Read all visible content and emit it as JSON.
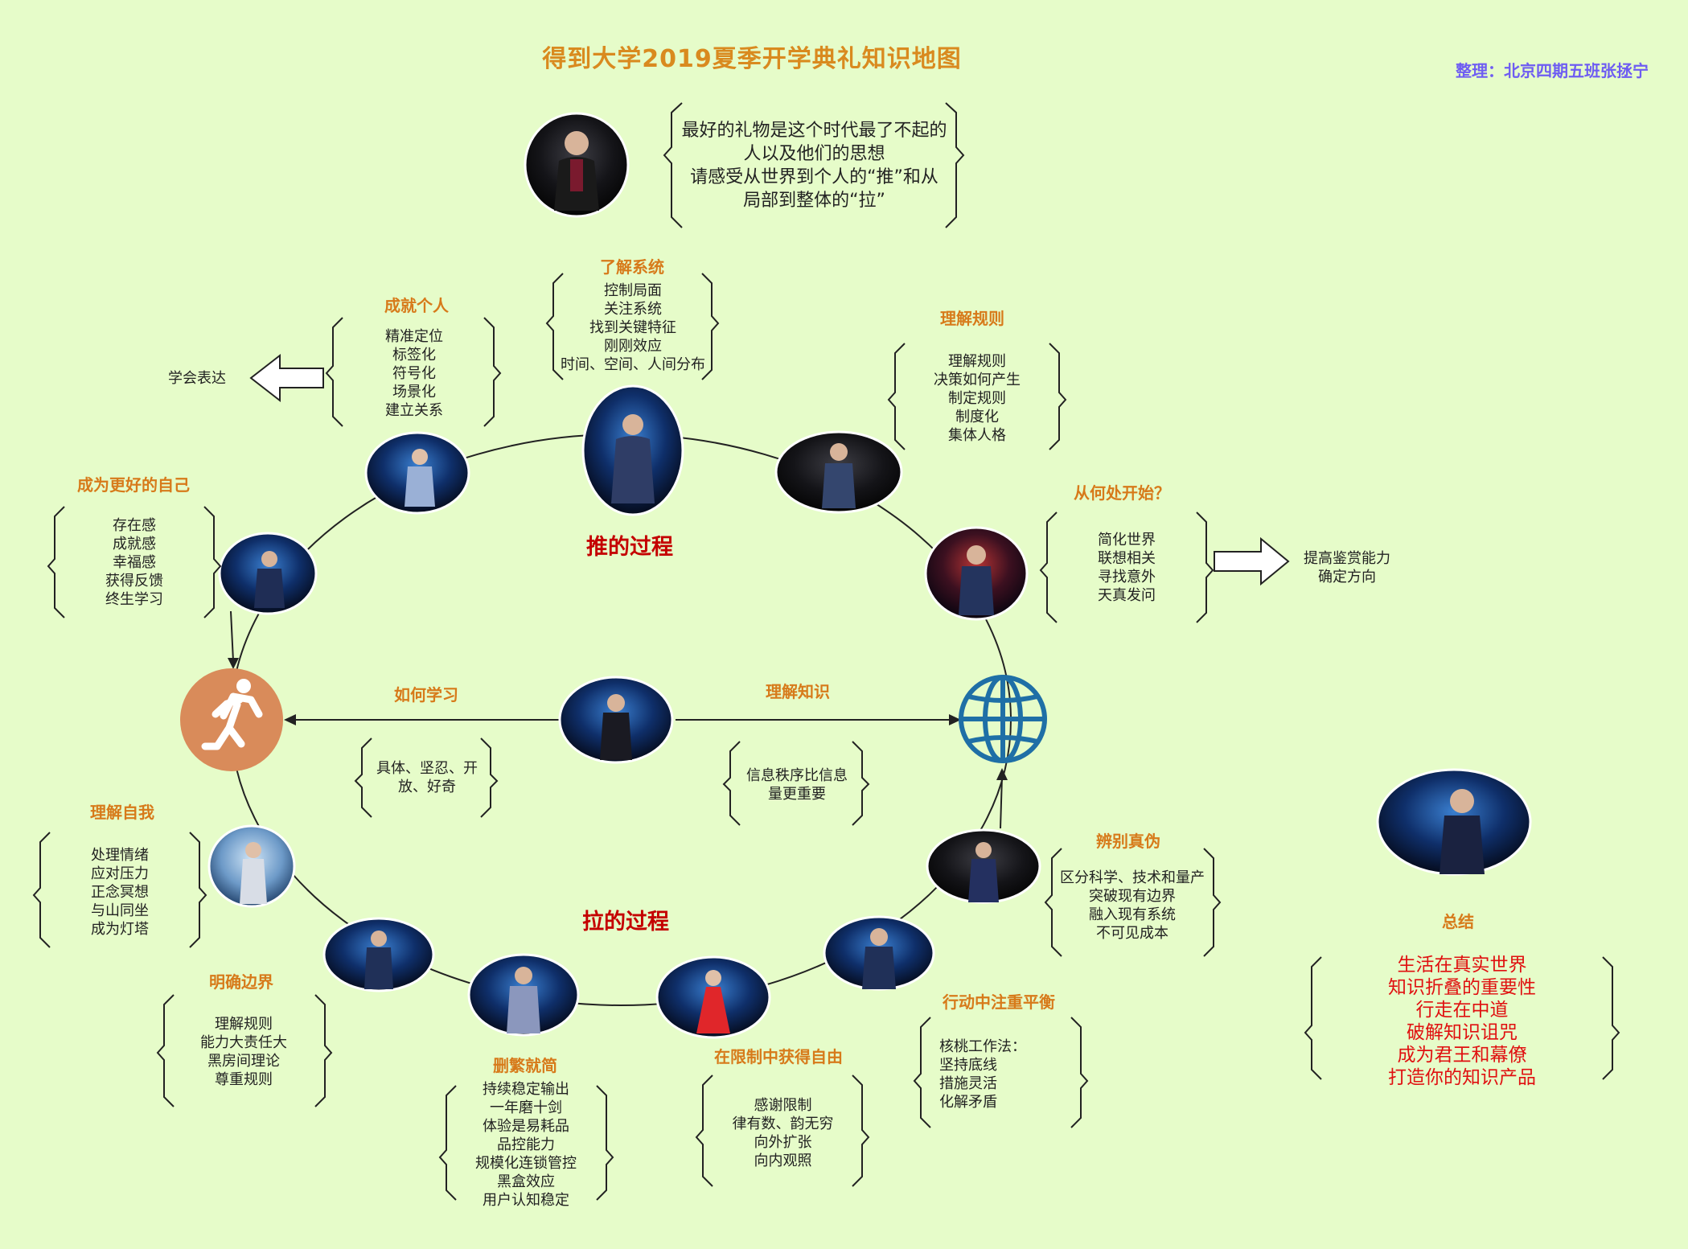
{
  "title": "得到大学2019夏季开学典礼知识地图",
  "credit": "整理：北京四期五班张拯宁",
  "quote": "最好的礼物是这个时代最了不起的\n人以及他们的思想\n请感受从世界到个人的“推”和从\n局部到整体的“拉”",
  "push_label": "推的过程",
  "pull_label": "拉的过程",
  "learn_expression": "学会表达",
  "appreciation": "提高鉴赏能力\n确定方向",
  "how_to_learn": {
    "heading": "如何学习",
    "items": "具体、坚忍、开\n放、好奇"
  },
  "understand_knowledge": {
    "heading": "理解知识",
    "items": "信息秩序比信息\n量更重要"
  },
  "topics": {
    "understand_system": {
      "heading": "了解系统",
      "items": "控制局面\n关注系统\n找到关键特征\n刚刚效应\n时间、空间、人间分布"
    },
    "achieve_person": {
      "heading": "成就个人",
      "items": "精准定位\n标签化\n符号化\n场景化\n建立关系"
    },
    "understand_rules_top": {
      "heading": "理解规则",
      "items": "理解规则\n决策如何产生\n制定规则\n制度化\n集体人格"
    },
    "better_self": {
      "heading": "成为更好的自己",
      "items": "存在感\n成就感\n幸福感\n获得反馈\n终生学习"
    },
    "where_to_start": {
      "heading": "从何处开始？",
      "items": "简化世界\n联想相关\n寻找意外\n天真发问"
    },
    "understand_self": {
      "heading": "理解自我",
      "items": "处理情绪\n应对压力\n正念冥想\n与山同坐\n成为灯塔"
    },
    "discern": {
      "heading": "辨别真伪",
      "items": "区分科学、技术和量产\n突破现有边界\n融入现有系统\n不可见成本"
    },
    "boundaries": {
      "heading": "明确边界",
      "items": "理解规则\n能力大责任大\n黑房间理论\n尊重规则"
    },
    "simplify": {
      "heading": "删繁就简",
      "items": "持续稳定输出\n一年磨十剑\n体验是易耗品\n品控能力\n规模化连锁管控\n黑盒效应\n用户认知稳定"
    },
    "freedom": {
      "heading": "在限制中获得自由",
      "items": "感谢限制\n律有数、韵无穷\n向外扩张\n向内观照"
    },
    "balance": {
      "heading": "行动中注重平衡",
      "items": "核桃工作法：\n  坚持底线\n  措施灵活\n  化解矛盾"
    }
  },
  "summary": {
    "heading": "总结",
    "items": "生活在真实世界\n知识折叠的重要性\n行走在中道\n破解知识诅咒\n成为君王和幕僚\n打造你的知识产品"
  },
  "colors": {
    "background": "#e6fcc9",
    "heading": "#d77a1a",
    "accent_red": "#c40000",
    "runner_circle": "#d98b5a",
    "globe": "#1f6fa6",
    "credit": "#6e5cf2"
  },
  "icons": [
    "runner-icon",
    "globe-icon",
    "arrow-left-icon",
    "arrow-right-icon"
  ]
}
